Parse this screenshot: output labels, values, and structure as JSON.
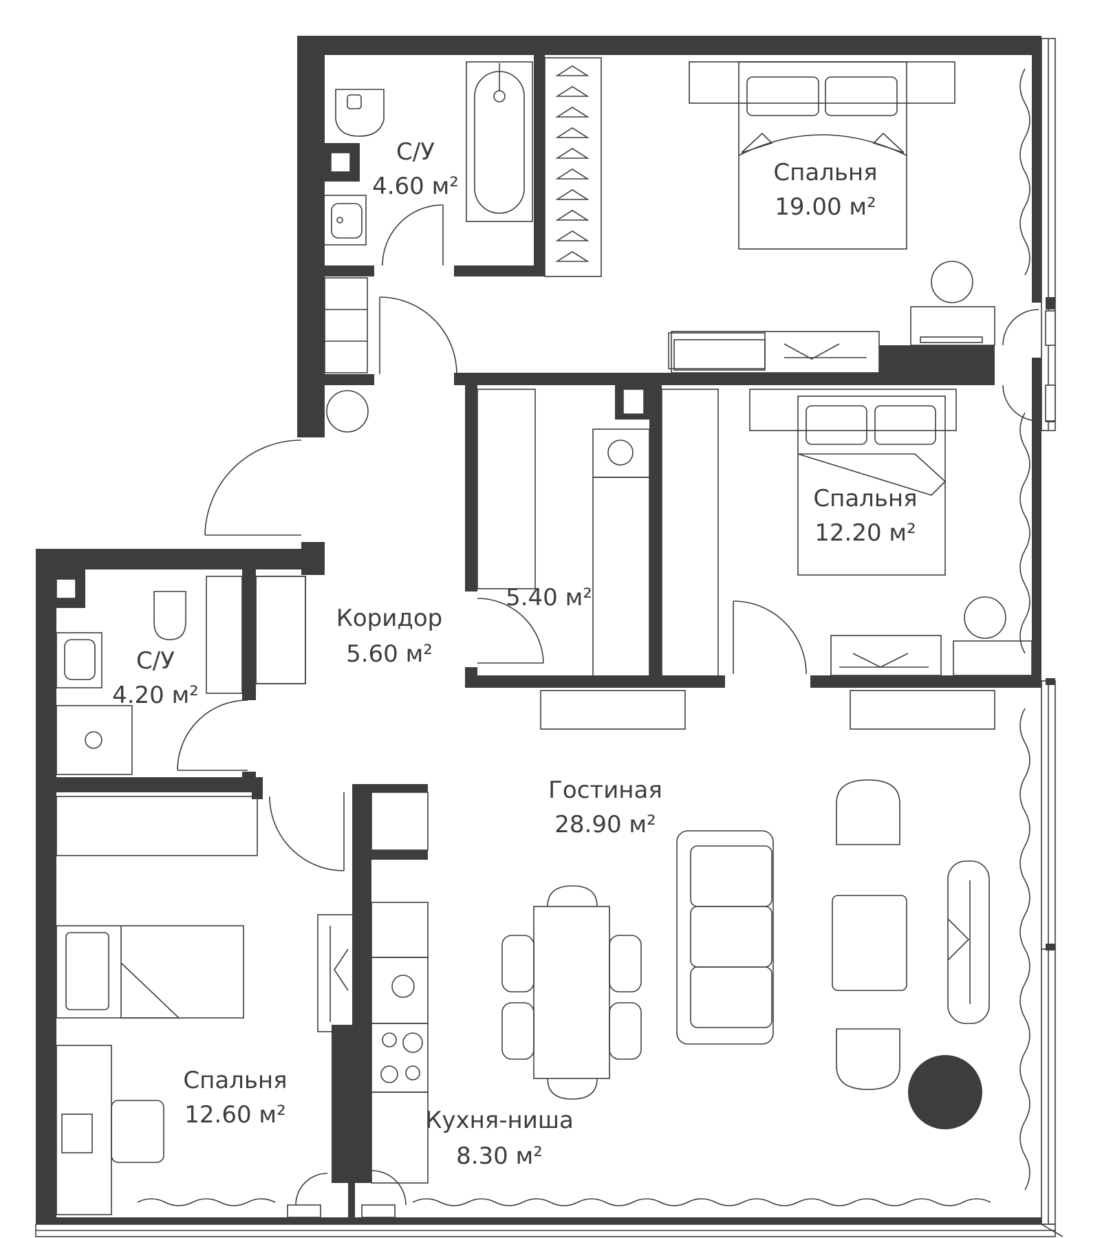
{
  "rooms": {
    "bathroom_1": {
      "name": "С/У",
      "area": "4.60 м²"
    },
    "bedroom_1": {
      "name": "Спальня",
      "area": "19.00 м²"
    },
    "bedroom_2": {
      "name": "Спальня",
      "area": "12.20 м²"
    },
    "closet": {
      "name": "",
      "area": "5.40 м²"
    },
    "corridor": {
      "name": "Коридор",
      "area": "5.60 м²"
    },
    "bathroom_2": {
      "name": "С/У",
      "area": "4.20 м²"
    },
    "living_room": {
      "name": "Гостиная",
      "area": "28.90 м²"
    },
    "bedroom_3": {
      "name": "Спальня",
      "area": "12.60 м²"
    },
    "kitchen": {
      "name": "Кухня-ниша",
      "area": "8.30 м²"
    }
  },
  "colors": {
    "wall": "#3d3d3d",
    "background": "#ffffff"
  }
}
